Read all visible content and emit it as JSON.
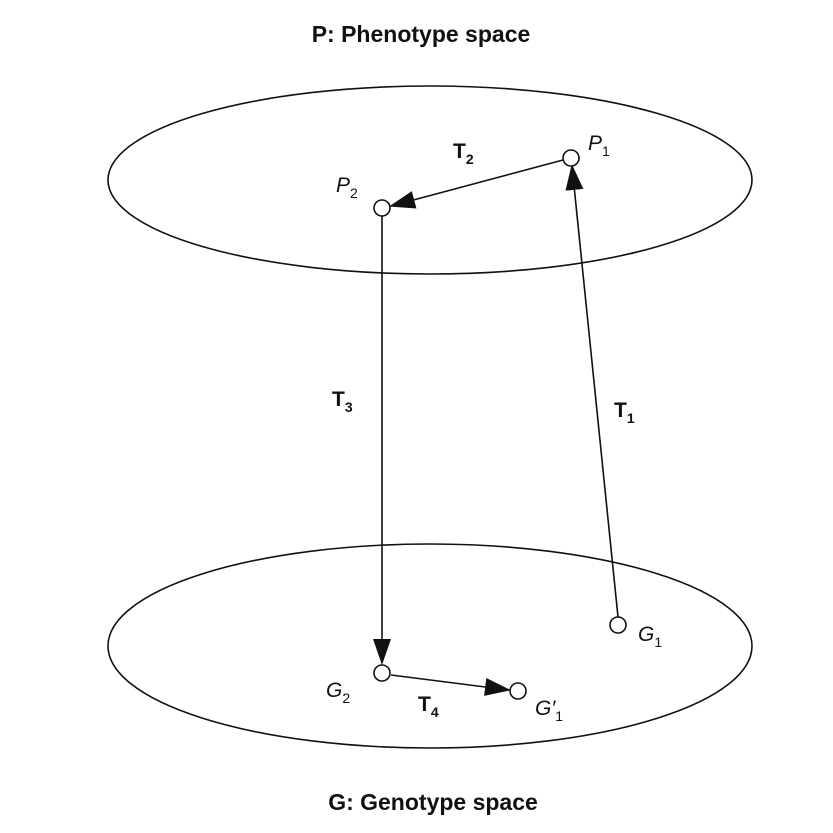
{
  "titles": {
    "phenotype": "P: Phenotype space",
    "genotype": "G: Genotype space"
  },
  "points": {
    "p1": {
      "base": "P",
      "sub": "1",
      "prime": ""
    },
    "p2": {
      "base": "P",
      "sub": "2",
      "prime": ""
    },
    "g1": {
      "base": "G",
      "sub": "1",
      "prime": ""
    },
    "g2": {
      "base": "G",
      "sub": "2",
      "prime": ""
    },
    "g1prime": {
      "base": "G",
      "sub": "1",
      "prime": "′"
    }
  },
  "transitions": {
    "t1": {
      "base": "T",
      "sub": "1"
    },
    "t2": {
      "base": "T",
      "sub": "2"
    },
    "t3": {
      "base": "T",
      "sub": "3"
    },
    "t4": {
      "base": "T",
      "sub": "4"
    }
  }
}
